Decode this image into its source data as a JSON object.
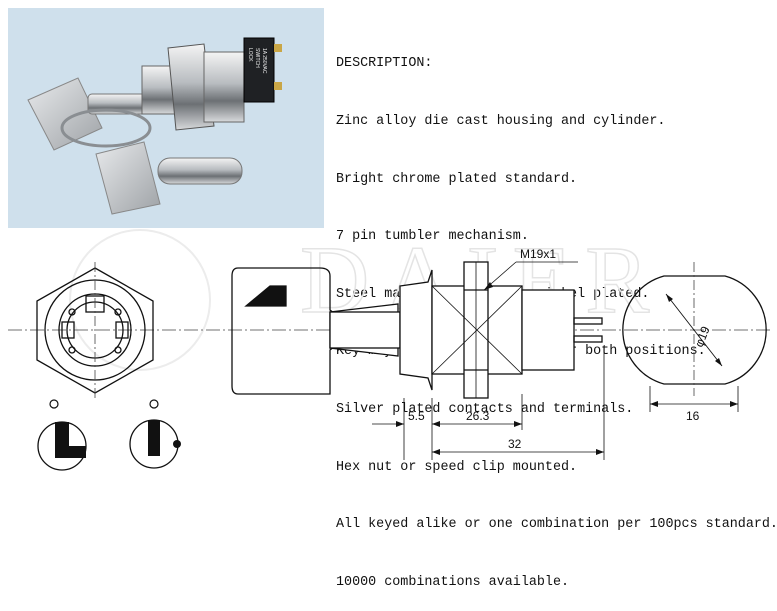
{
  "description": {
    "heading": "DESCRIPTION:",
    "lines": [
      "Zinc alloy die cast housing and cylinder.",
      "Bright chrome plated standard.",
      "7 pin tumbler mechanism.",
      "Steel made tubular keys, nickel plated.",
      "Key may be withdrawn in one or both positions.",
      "Silver plated contacts and terminals.",
      "Hex nut or speed clip mounted.",
      "All keyed alike or one combination per 100pcs standard.",
      "10000 combinations available."
    ]
  },
  "photo": {
    "body_print": [
      "LOCK",
      "SWITCH",
      "1A 250VAC"
    ]
  },
  "watermark": "DAIER",
  "dimensions": {
    "thread": "M19x1",
    "diameter": "φ19",
    "key_offset": "5.5",
    "body_length": "26.3",
    "overall_length": "32",
    "head_width": "16"
  }
}
